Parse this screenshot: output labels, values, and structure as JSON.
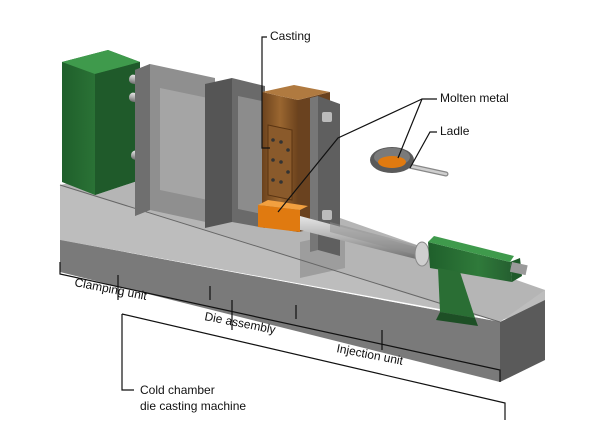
{
  "labels": {
    "casting": "Casting",
    "molten_metal": "Molten metal",
    "ladle": "Ladle",
    "clamping_unit": "Clamping unit",
    "die_assembly": "Die assembly",
    "injection_unit": "Injection unit",
    "machine_line1": "Cold chamber",
    "machine_line2": "die casting machine"
  },
  "colors": {
    "base_top": "#b9b9b9",
    "base_front": "#7d7d7d",
    "base_side": "#5e5e5e",
    "clamp_green": "#2f7a3a",
    "die_brown": "#8a5a2b",
    "molten_orange": "#e07a10",
    "platen_gray": "#9a9a9a",
    "rod_gray": "#c8c8c8"
  }
}
